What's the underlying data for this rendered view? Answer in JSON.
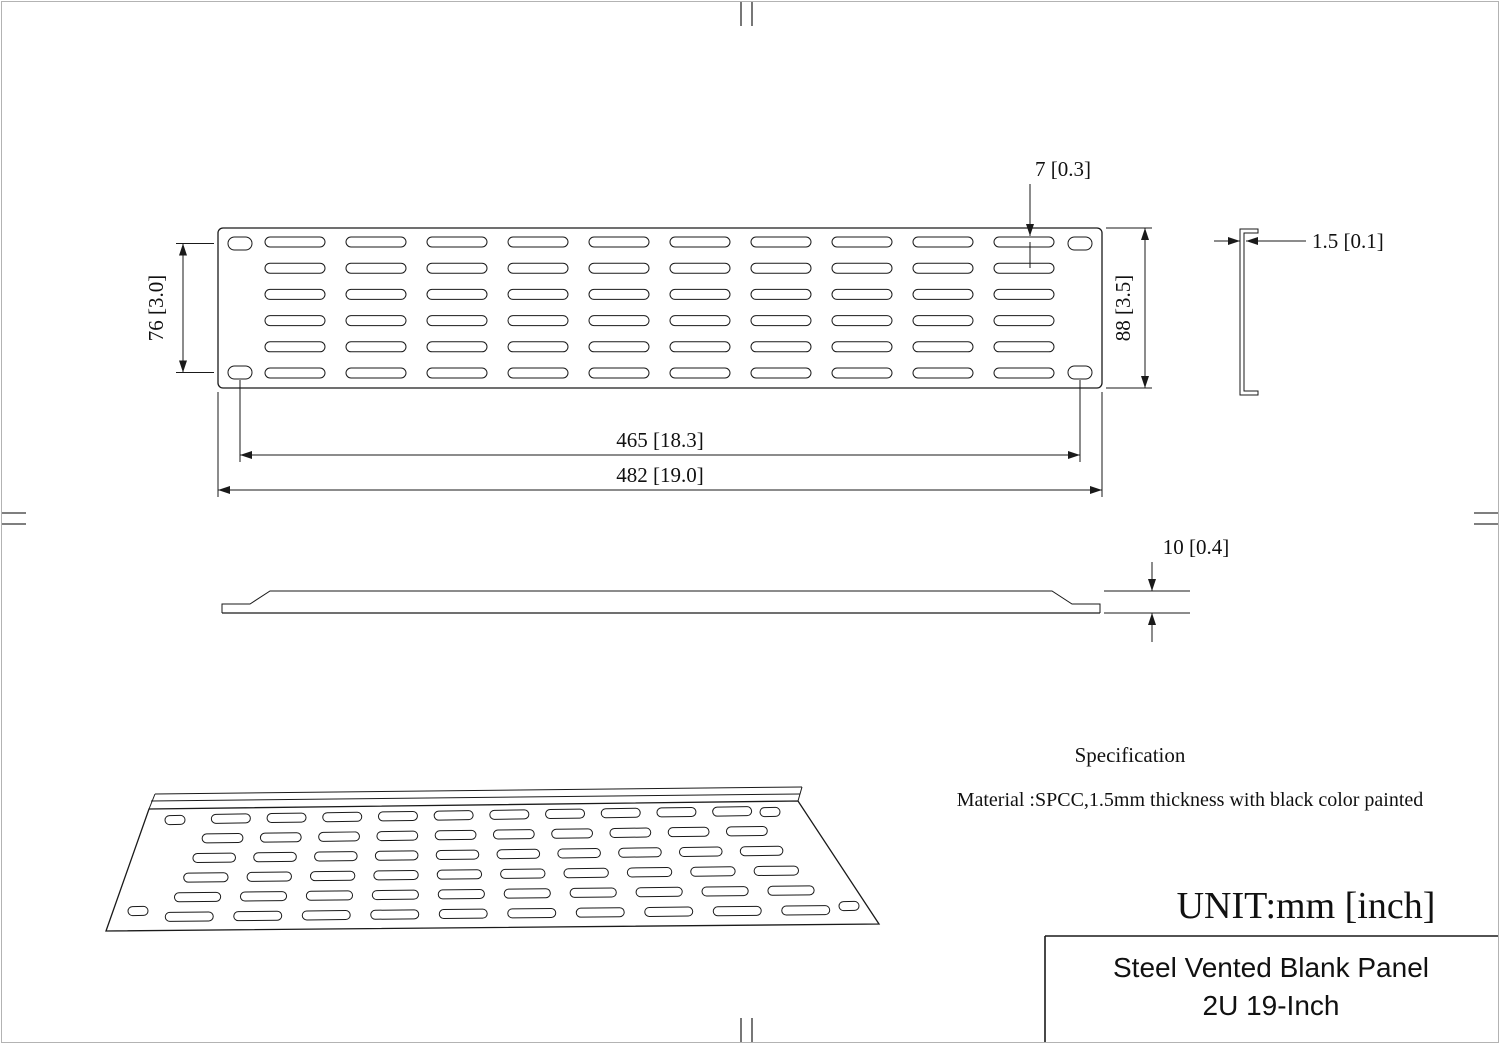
{
  "front_view": {
    "rows": 6,
    "cols": 10
  },
  "iso_view": {
    "rows": 6,
    "cols": 10
  },
  "dims": {
    "hole_vspacing": "76 [3.0]",
    "overall_height": "88 [3.5]",
    "slot_edge_offset": "7 [0.3]",
    "hole_hspacing": "465 [18.3]",
    "overall_width": "482 [19.0]",
    "material_thickness": "1.5 [0.1]",
    "panel_depth": "10 [0.4]"
  },
  "notes": {
    "spec_heading": "Specification",
    "material": "Material :SPCC,1.5mm thickness with black color painted",
    "unit": "UNIT:mm [inch]"
  },
  "title_block": {
    "product": "Steel Vented Blank Panel",
    "size": "2U 19-Inch"
  }
}
